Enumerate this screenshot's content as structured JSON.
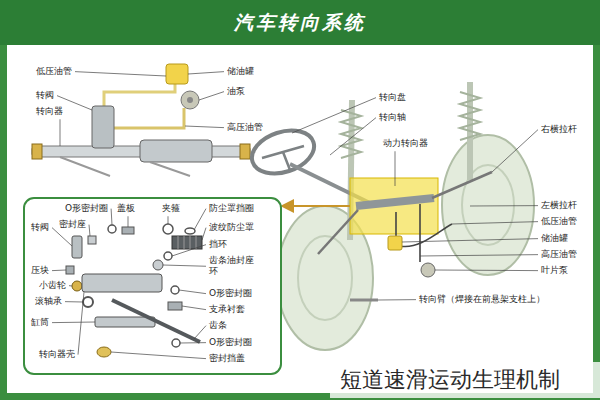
{
  "diagram": {
    "title": "汽车转向系统",
    "labels": [
      "低压油管",
      "转阀",
      "转向器",
      "储油罐",
      "油泵",
      "高压油管",
      "转向盘",
      "转向轴",
      "动力转向器",
      "右横拉杆",
      "左横拉杆",
      "低压油管",
      "储油罐",
      "高压油管",
      "叶片泵",
      "转向臂（焊接在前悬架支柱上）",
      "O形密封圈",
      "盖板",
      "夹箍",
      "防尘罩挡圈",
      "密封座",
      "转阀",
      "波纹防尘罩",
      "挡环",
      "齿条油封座环",
      "压块",
      "小齿轮",
      "O形密封圈",
      "滚轴承",
      "支承衬套",
      "缸筒",
      "齿条",
      "O形密封圈",
      "转向器壳",
      "密封挡盖",
      "短道速滑运动生理机制"
    ]
  }
}
